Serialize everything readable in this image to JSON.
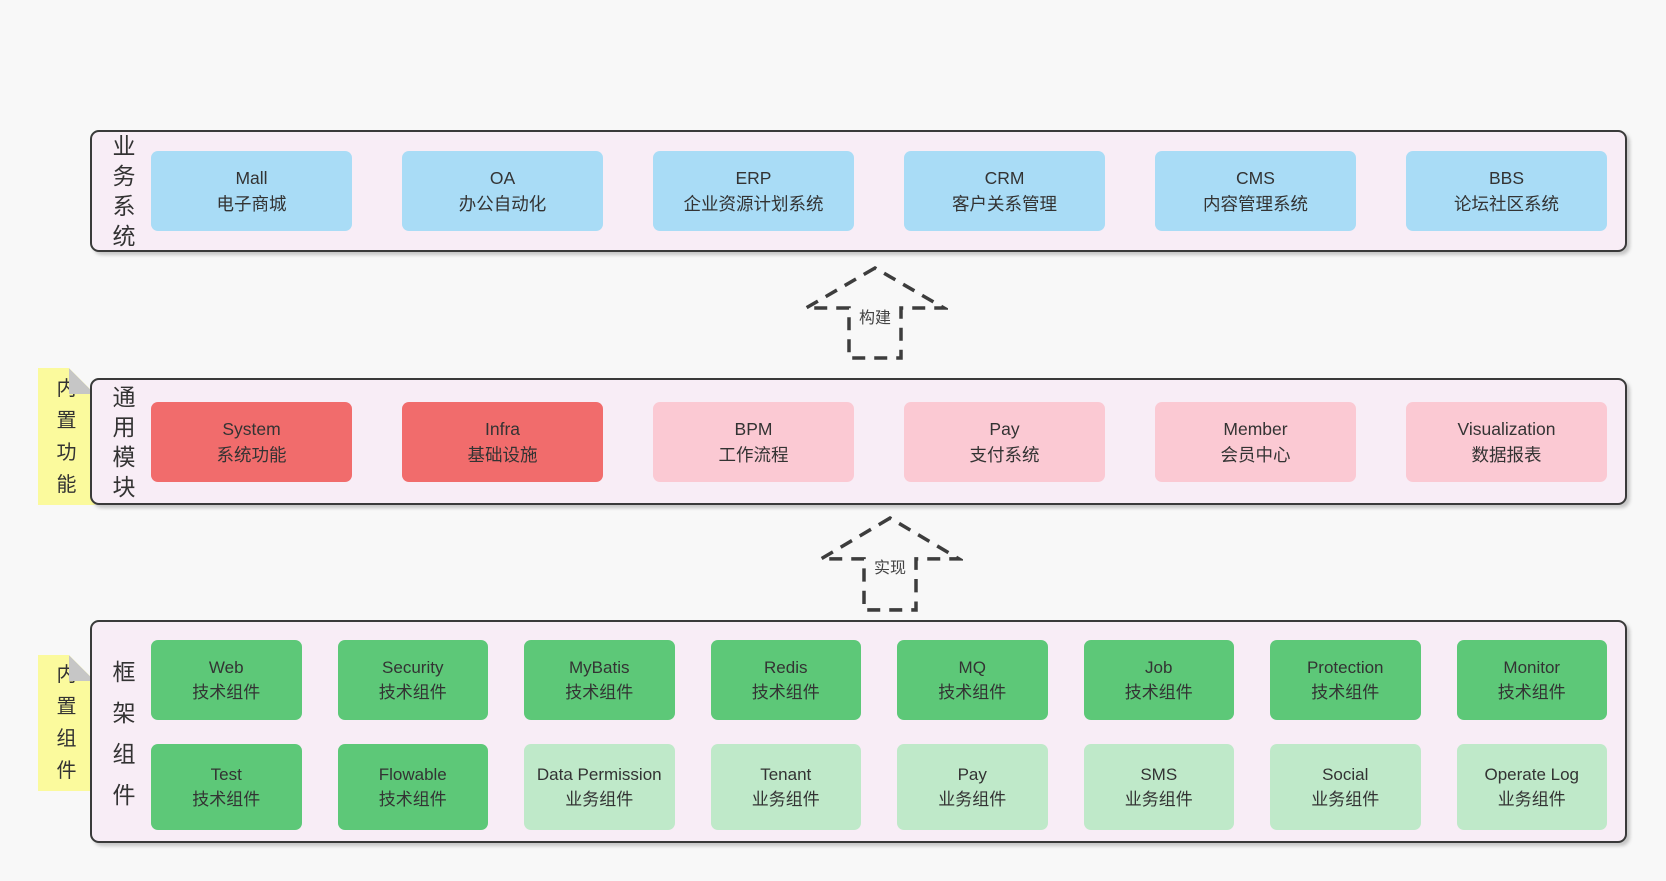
{
  "colors": {
    "blue": "#a9dcf6",
    "red": "#f16c6c",
    "pink": "#fbc9d3",
    "green": "#5dc878",
    "lightgreen": "#bfe9c9",
    "note_yellow": "#fbfa9d",
    "container_pink": "#f8edf6",
    "border": "#3a3a3a"
  },
  "arrows": [
    {
      "label": "构建"
    },
    {
      "label": "实现"
    }
  ],
  "sections": [
    {
      "id": "business-systems",
      "label": "业务系统",
      "note": null,
      "rows": [
        [
          {
            "name": "Mall",
            "sub": "电子商城",
            "variant": "blue"
          },
          {
            "name": "OA",
            "sub": "办公自动化",
            "variant": "blue"
          },
          {
            "name": "ERP",
            "sub": "企业资源计划系统",
            "variant": "blue"
          },
          {
            "name": "CRM",
            "sub": "客户关系管理",
            "variant": "blue"
          },
          {
            "name": "CMS",
            "sub": "内容管理系统",
            "variant": "blue"
          },
          {
            "name": "BBS",
            "sub": "论坛社区系统",
            "variant": "blue"
          }
        ]
      ]
    },
    {
      "id": "common-modules",
      "label": "通用模块",
      "note": "内置功能",
      "rows": [
        [
          {
            "name": "System",
            "sub": "系统功能",
            "variant": "red"
          },
          {
            "name": "Infra",
            "sub": "基础设施",
            "variant": "red"
          },
          {
            "name": "BPM",
            "sub": "工作流程",
            "variant": "pink"
          },
          {
            "name": "Pay",
            "sub": "支付系统",
            "variant": "pink"
          },
          {
            "name": "Member",
            "sub": "会员中心",
            "variant": "pink"
          },
          {
            "name": "Visualization",
            "sub": "数据报表",
            "variant": "pink"
          }
        ]
      ]
    },
    {
      "id": "framework-components",
      "label": "框架组件",
      "note": "内置组件",
      "rows": [
        [
          {
            "name": "Web",
            "sub": "技术组件",
            "variant": "green"
          },
          {
            "name": "Security",
            "sub": "技术组件",
            "variant": "green"
          },
          {
            "name": "MyBatis",
            "sub": "技术组件",
            "variant": "green"
          },
          {
            "name": "Redis",
            "sub": "技术组件",
            "variant": "green"
          },
          {
            "name": "MQ",
            "sub": "技术组件",
            "variant": "green"
          },
          {
            "name": "Job",
            "sub": "技术组件",
            "variant": "green"
          },
          {
            "name": "Protection",
            "sub": "技术组件",
            "variant": "green"
          },
          {
            "name": "Monitor",
            "sub": "技术组件",
            "variant": "green"
          }
        ],
        [
          {
            "name": "Test",
            "sub": "技术组件",
            "variant": "green"
          },
          {
            "name": "Flowable",
            "sub": "技术组件",
            "variant": "green"
          },
          {
            "name": "Data Permission",
            "sub": "业务组件",
            "variant": "lightgreen"
          },
          {
            "name": "Tenant",
            "sub": "业务组件",
            "variant": "lightgreen"
          },
          {
            "name": "Pay",
            "sub": "业务组件",
            "variant": "lightgreen"
          },
          {
            "name": "SMS",
            "sub": "业务组件",
            "variant": "lightgreen"
          },
          {
            "name": "Social",
            "sub": "业务组件",
            "variant": "lightgreen"
          },
          {
            "name": "Operate Log",
            "sub": "业务组件",
            "variant": "lightgreen"
          }
        ]
      ]
    }
  ]
}
